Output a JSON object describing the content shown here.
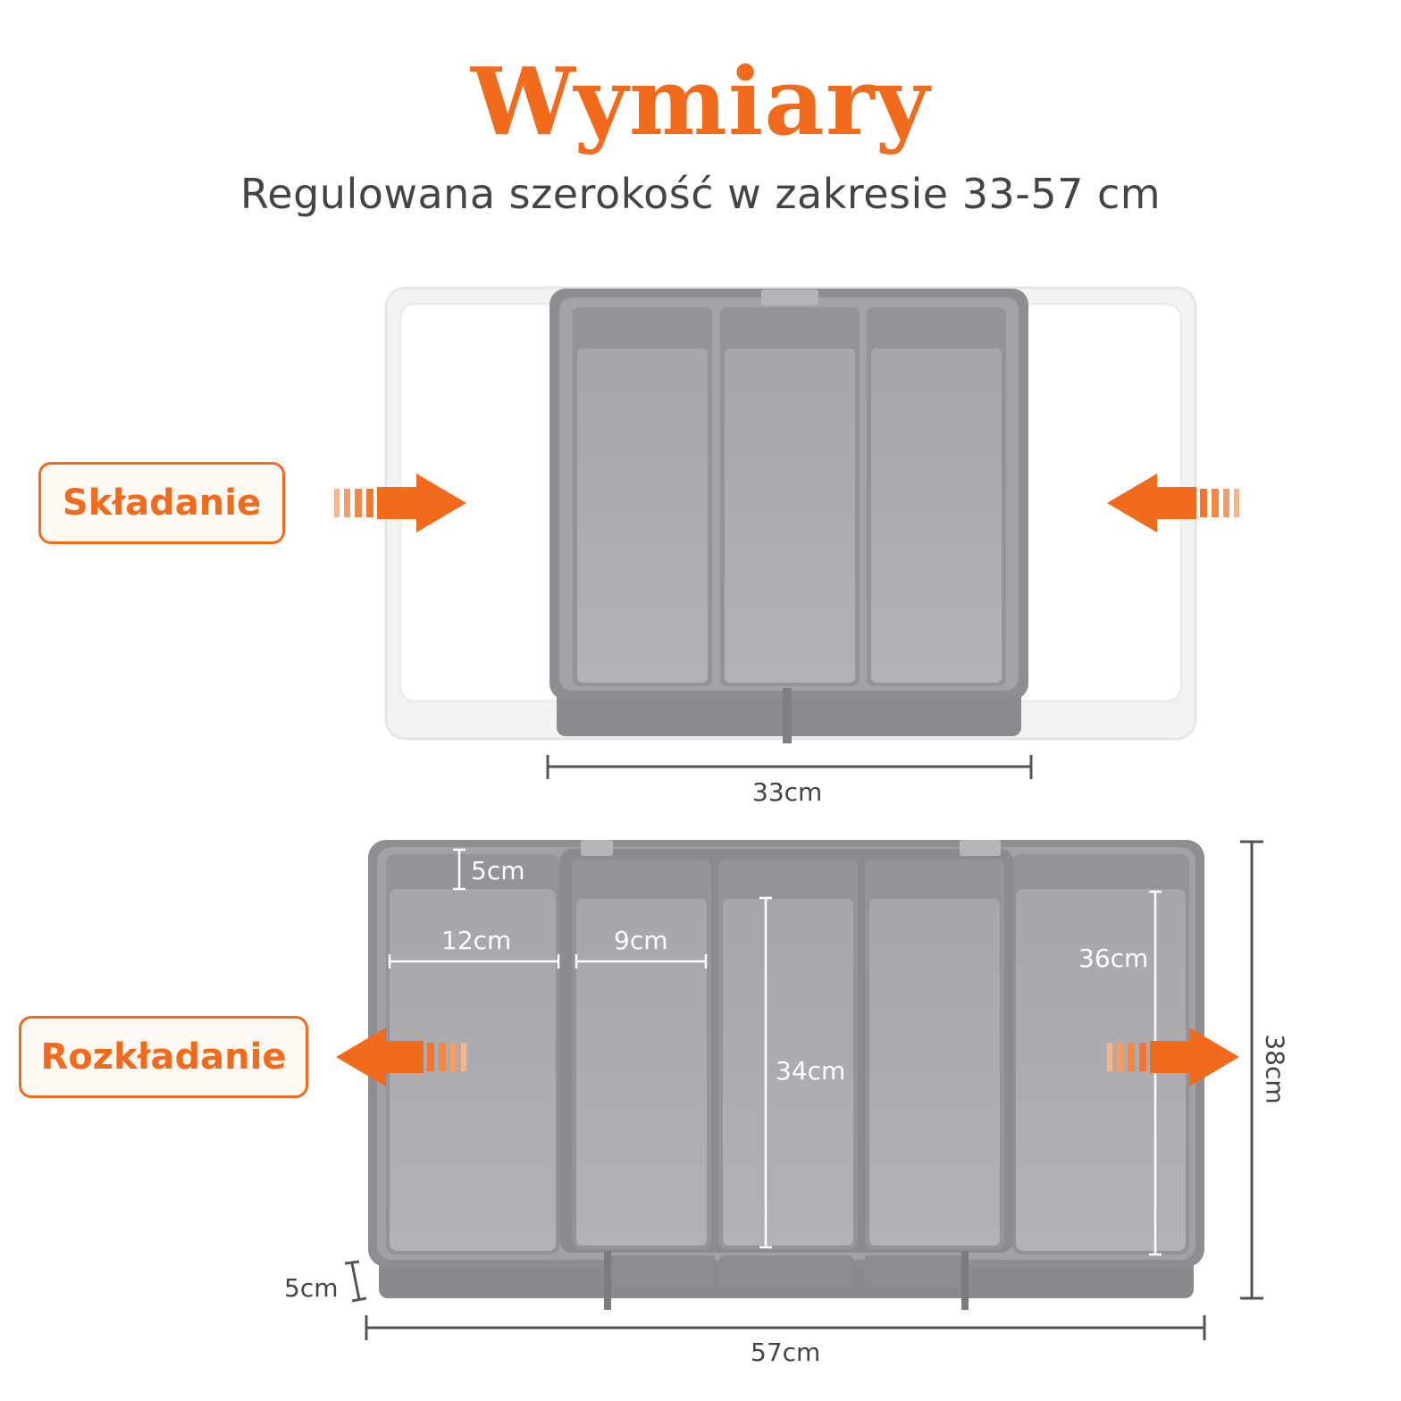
{
  "header": {
    "title": "Wymiary",
    "subtitle": "Regulowana szerokość w zakresie 33-57 cm"
  },
  "labels": {
    "folding": "Składanie",
    "unfolding": "Rozkładanie"
  },
  "dimensions": {
    "folded_width": "33cm",
    "expanded_width": "57cm",
    "depth": "38cm",
    "height": "5cm",
    "side_wall_height": "5cm",
    "outer_compartment_width": "12cm",
    "inner_compartment_width": "9cm",
    "inner_compartment_length": "34cm",
    "outer_compartment_length": "36cm"
  },
  "colors": {
    "accent": "#f26a1b",
    "tray_gray": "#a9a9ad",
    "tray_frame": "#8a8a8e",
    "white_tray": "#f4f4f4",
    "dimension_line": "#555555",
    "subtitle_text": "#444444"
  }
}
